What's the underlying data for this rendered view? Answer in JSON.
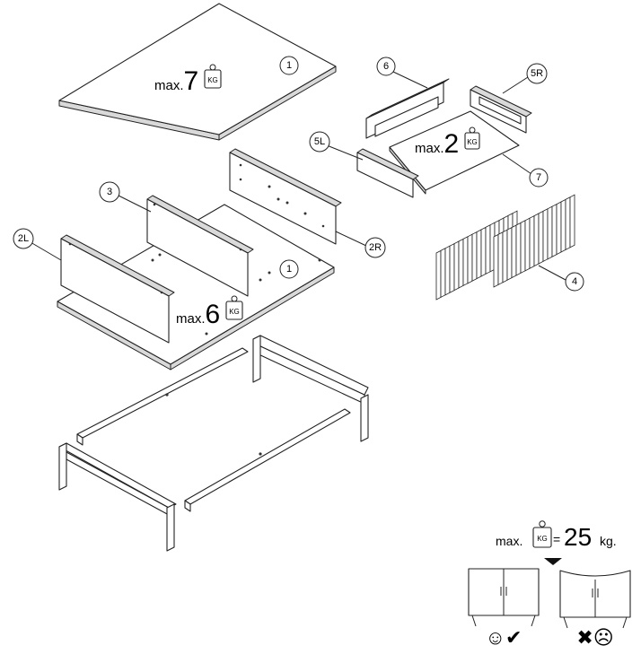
{
  "parts": {
    "top_panel": "1",
    "bottom_panel": "1",
    "side_left": "2L",
    "side_right": "2R",
    "divider": "3",
    "back_slats": "4",
    "drawer_side_left": "5L",
    "drawer_side_right": "5R",
    "drawer_front": "6",
    "drawer_bottom": "7"
  },
  "loads": {
    "top": {
      "prefix": "max.",
      "value": "7",
      "unit": "KG"
    },
    "bottom": {
      "prefix": "max.",
      "value": "6",
      "unit": "KG"
    },
    "drawer": {
      "prefix": "max.",
      "value": "2",
      "unit": "KG"
    },
    "total": {
      "prefix": "max.",
      "unit": "KG",
      "equals": "=",
      "value": "25",
      "suffix": "kg."
    }
  },
  "verdict": {
    "good": "☺✔",
    "bad": "✖☹"
  },
  "icons": [
    "weight-icon",
    "smiley-icon",
    "check-icon",
    "cross-icon",
    "frown-icon",
    "arrow-down-icon"
  ]
}
